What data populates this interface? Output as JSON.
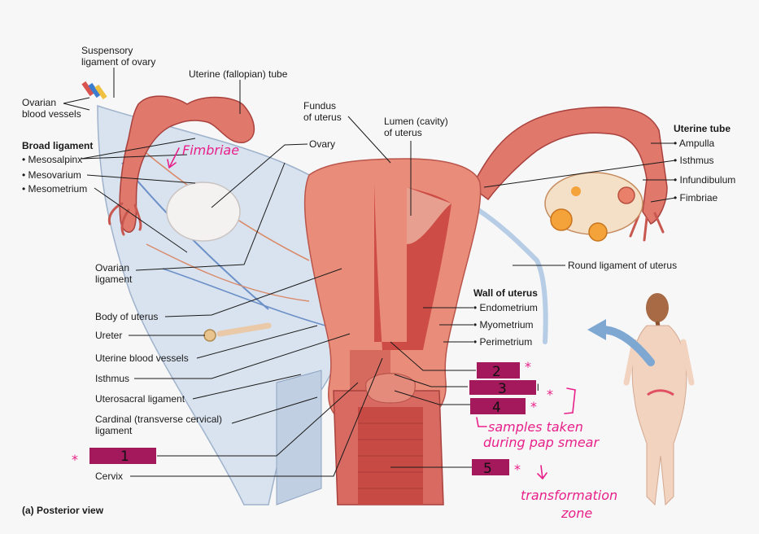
{
  "colors": {
    "tissue": "#e08070",
    "tissue_dark": "#b8403c",
    "ligament": "#c9d6e6",
    "annotation": "#e8208a",
    "label_box": "#a3195b"
  },
  "labels": {
    "suspensory_ligament": [
      "Suspensory",
      "ligament of ovary"
    ],
    "uterine_tube_top": "Uterine (fallopian) tube",
    "ovarian_vessels": [
      "Ovarian",
      "blood vessels"
    ],
    "broad_ligament_title": "Broad ligament",
    "mesosalpinx": "• Mesosalpinx",
    "mesovarium": "• Mesovarium",
    "mesometrium": "• Mesometrium",
    "ovarian_ligament": [
      "Ovarian",
      "ligament"
    ],
    "body_of_uterus": "Body of uterus",
    "ureter": "Ureter",
    "uterine_vessels": "Uterine blood vessels",
    "isthmus_left": "Isthmus",
    "uterosacral": "Uterosacral ligament",
    "cardinal": [
      "Cardinal (transverse cervical)",
      "ligament"
    ],
    "cervix": "Cervix",
    "fundus": [
      "Fundus",
      "of uterus"
    ],
    "ovary": "Ovary",
    "lumen": [
      "Lumen (cavity)",
      "of uterus"
    ],
    "uterine_tube_title": "Uterine tube",
    "ampulla": "• Ampulla",
    "isthmus_right": "• Isthmus",
    "infundibulum": "• Infundibulum",
    "fimbriae_right": "• Fimbriae",
    "round_ligament": "Round ligament of uterus",
    "wall_title": "Wall of uterus",
    "endometrium": "• Endometrium",
    "myometrium": "• Myometrium",
    "perimetrium": "• Perimetrium",
    "partial_l": "l",
    "caption": "(a) Posterior view"
  },
  "annotations": {
    "fimbriae": "Fimbriae",
    "samples": "samples taken",
    "samples_line2": "during pap smear",
    "transformation": "transformation",
    "zone": "zone",
    "star": "*",
    "box_1": "1",
    "box_2": "2",
    "box_3": "3",
    "box_4": "4",
    "box_5": "5"
  }
}
